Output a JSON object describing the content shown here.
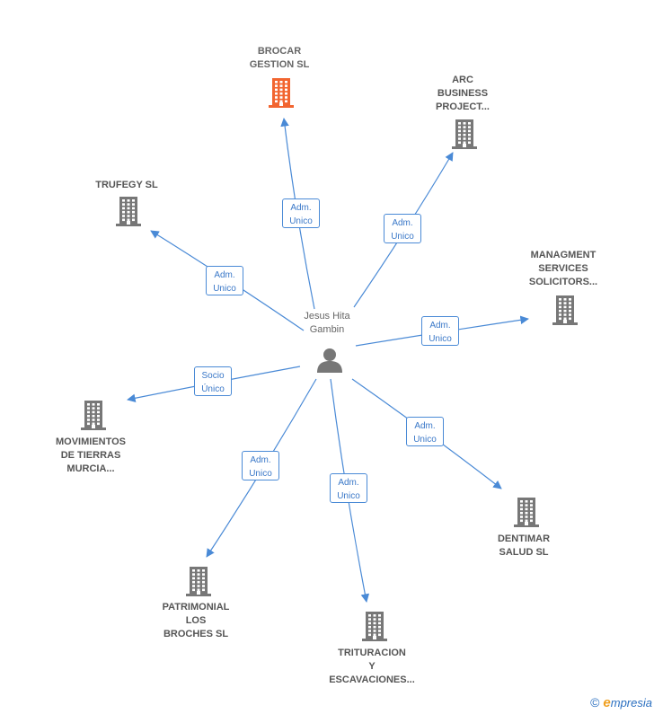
{
  "center": {
    "name": "Jesus Hita\nGambin",
    "icon": "person-icon"
  },
  "colors": {
    "edge": "#4a8ad6",
    "building": "#777777",
    "highlight": "#f26530"
  },
  "nodes": [
    {
      "id": "brocar",
      "label": "BROCAR\nGESTION SL",
      "highlight": true,
      "relation": "Adm.\nUnico"
    },
    {
      "id": "arc",
      "label": "ARC\nBUSINESS\nPROJECT...",
      "highlight": false,
      "relation": "Adm.\nUnico"
    },
    {
      "id": "managment",
      "label": "MANAGMENT\nSERVICES\nSOLICITORS...",
      "highlight": false,
      "relation": "Adm.\nUnico"
    },
    {
      "id": "dentimar",
      "label": "DENTIMAR\nSALUD SL",
      "highlight": false,
      "relation": "Adm.\nUnico"
    },
    {
      "id": "trituracion",
      "label": "TRITURACION\nY\nESCAVACIONES...",
      "highlight": false,
      "relation": "Adm.\nUnico"
    },
    {
      "id": "patrimonial",
      "label": "PATRIMONIAL\nLOS\nBROCHES SL",
      "highlight": false,
      "relation": "Adm.\nUnico"
    },
    {
      "id": "movimientos",
      "label": "MOVIMIENTOS\nDE TIERRAS\nMURCIA...",
      "highlight": false,
      "relation": "Socio\nÚnico"
    },
    {
      "id": "trufegy",
      "label": "TRUFEGY SL",
      "highlight": false,
      "relation": "Adm.\nUnico"
    }
  ],
  "footer": {
    "copyright": "©",
    "brand_e": "e",
    "brand_rest": "mpresia"
  }
}
